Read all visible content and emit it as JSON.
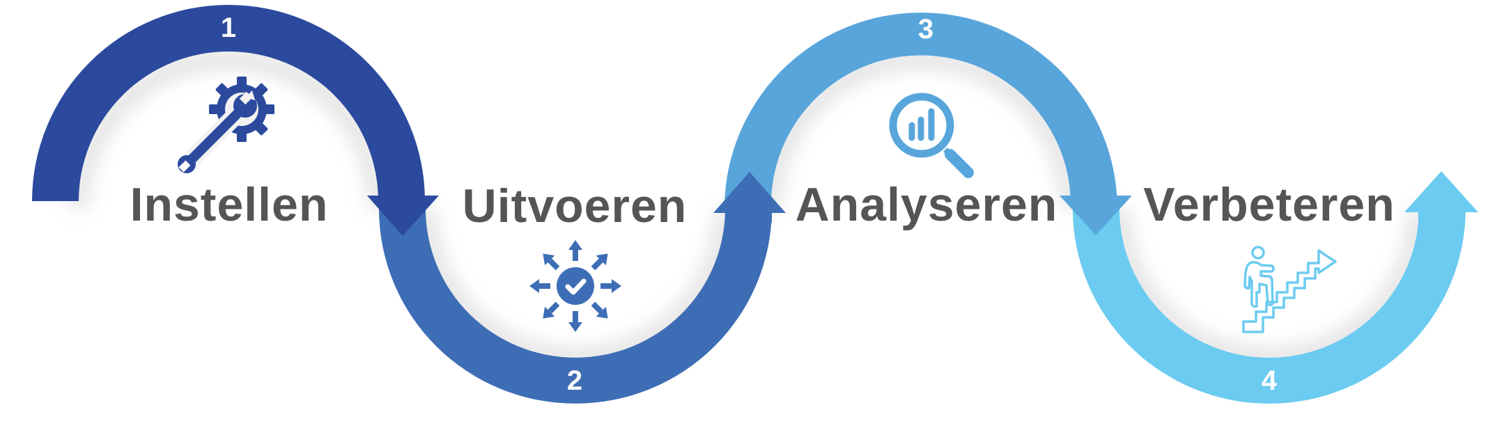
{
  "diagram": {
    "type": "cyclic process (PDCA-style) wave arrow",
    "steps": [
      {
        "number": "1",
        "label": "Instellen",
        "icon": "gear-wrench-icon",
        "color": "#2B4A9E",
        "position": "top"
      },
      {
        "number": "2",
        "label": "Uitvoeren",
        "icon": "distribute-check-icon",
        "color": "#3D6DB5",
        "position": "bottom"
      },
      {
        "number": "3",
        "label": "Analyseren",
        "icon": "magnifier-chart-icon",
        "color": "#58A5DB",
        "position": "top"
      },
      {
        "number": "4",
        "label": "Verbeteren",
        "icon": "person-climbing-stairs-icon",
        "color": "#6CCBF0",
        "position": "bottom"
      }
    ],
    "text_color": "#555555",
    "background": "#FFFFFF"
  }
}
